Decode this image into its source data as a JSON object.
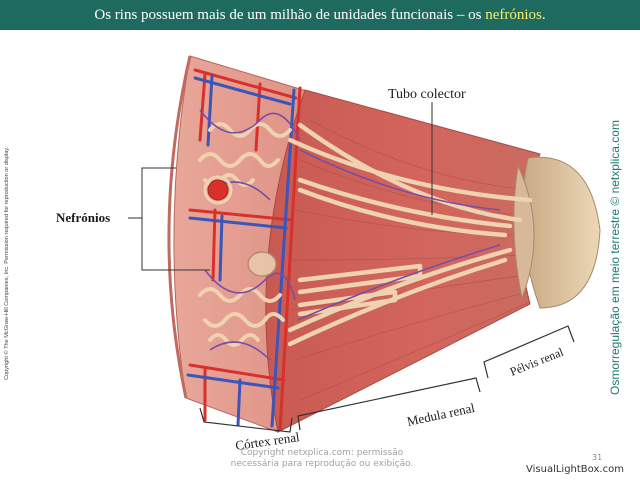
{
  "title": {
    "text_before": "Os rins possuem mais de um milhão de unidades funcionais – os ",
    "highlight": "nefrónios",
    "text_after": "."
  },
  "labels": {
    "tubo_colector": "Tubo colector",
    "nefronios": "Nefrónios",
    "cortex_renal": "Córtex renal",
    "medula_renal": "Medula renal",
    "pelvis_renal": "Pélvis renal"
  },
  "side_text_right": "Osmorregulação em meio terrestre © netxplica.com",
  "side_text_left": "Copyright © The McGraw-Hill Companies, Inc. Permission required for reproduction or display.",
  "footer": {
    "line1": "Copyright netxplica.com: permissão",
    "line2": "necessária para reprodução ou exibição."
  },
  "page_number": "31",
  "watermark": "VisualLightBox.com",
  "colors": {
    "title_bg": "#1f6a5f",
    "title_highlight": "#f5f06a",
    "side_text": "#1f7a6f",
    "tissue": "#d9857a",
    "tubule": "#efd2b0",
    "artery": "#d8302a",
    "vein": "#3c55b8",
    "pelvis": "#e5cfa8"
  }
}
